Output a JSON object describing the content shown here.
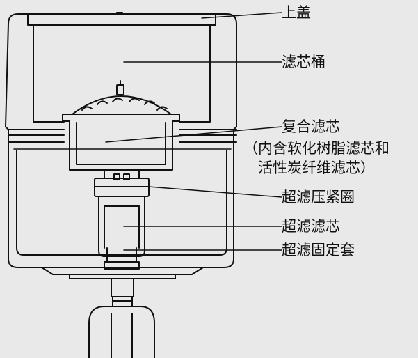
{
  "labels": {
    "lid": "上盖",
    "filter_bucket": "滤芯桶",
    "composite_filter": "复合滤芯",
    "composite_filter_note_line1": "（内含软化树脂滤芯和",
    "composite_filter_note_line2": "活性炭纤维滤芯）",
    "uf_press_ring": "超滤压紧圈",
    "uf_filter": "超滤滤芯",
    "uf_fixing_sleeve": "超滤固定套"
  },
  "colors": {
    "background": "#e9e9e9",
    "line": "#111111"
  }
}
